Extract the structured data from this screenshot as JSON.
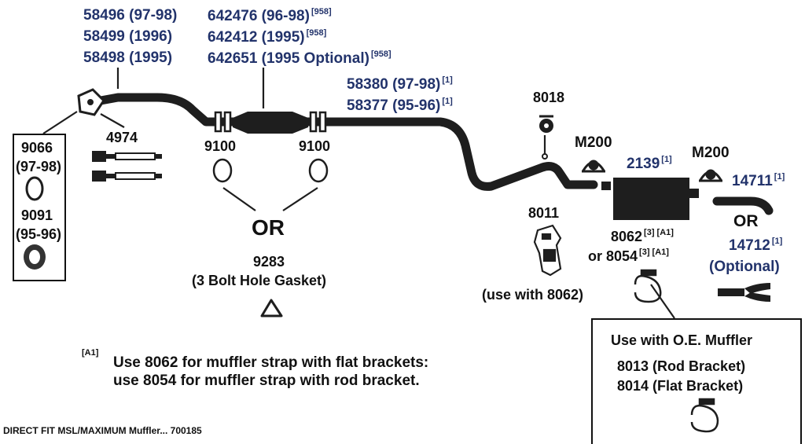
{
  "diagram": {
    "colors": {
      "part_number": "#22336b",
      "text": "#111111",
      "pipe": "#1e1e1e"
    },
    "pipe_labels": {
      "front_pipe": [
        "58496 (97-98)",
        "58499 (1996)",
        "58498 (1995)"
      ],
      "cat_converter": [
        {
          "text": "642476 (96-98)",
          "note": "[958]"
        },
        {
          "text": "642412 (1995)",
          "note": "[958]"
        },
        {
          "text": "642651 (1995 Optional)",
          "note": "[958]"
        }
      ],
      "intermediate_pipe": [
        {
          "text": "58380 (97-98)",
          "note": "[1]"
        },
        {
          "text": "58377 (95-96)",
          "note": "[1]"
        }
      ]
    },
    "hardware": {
      "hanger_8018": "8018",
      "clamp_m200_left": "M200",
      "clamp_m200_right": "M200",
      "muffler": {
        "text": "2139",
        "note": "[1]"
      },
      "tail_pipe": {
        "text": "14711",
        "note": "[1]"
      },
      "tail_or": "OR",
      "tail_alt": {
        "text": "14712",
        "note": "[1]"
      },
      "tail_alt_note": "(Optional)",
      "bolts_4974": "4974",
      "gasket_left": "9100",
      "gasket_right": "9100",
      "center_or": "OR",
      "gasket_9283": "9283",
      "gasket_9283_desc": "(3 Bolt Hole Gasket)",
      "bracket_8011": "8011",
      "bracket_8011_note": "(use with 8062)",
      "strap_8062": {
        "text": "8062",
        "note": "[3] [A1]"
      },
      "strap_8054": {
        "text": "or 8054",
        "note": "[3] [A1]"
      }
    },
    "left_box": {
      "item1": "9066",
      "item1_years": "(97-98)",
      "item2": "9091",
      "item2_years": "(95-96)"
    },
    "oe_box": {
      "title": "Use with O.E. Muffler",
      "line1": "8013 (Rod Bracket)",
      "line2": "8014 (Flat Bracket)"
    },
    "footnote": {
      "marker": "[A1]",
      "line1": "Use 8062 for muffler strap with flat brackets:",
      "line2": "use 8054 for muffler strap with rod bracket."
    },
    "caption": "DIRECT FIT MSL/MAXIMUM Muffler... 700185"
  }
}
